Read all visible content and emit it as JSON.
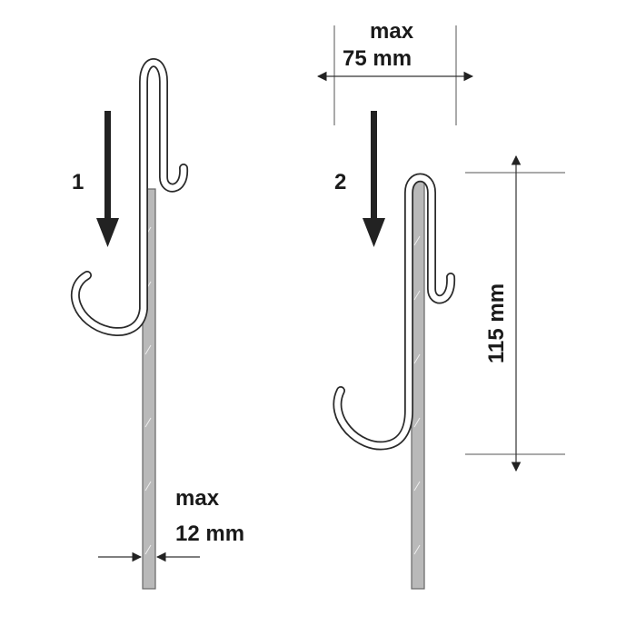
{
  "labels": {
    "step1": "1",
    "step2": "2",
    "thickness_max": "max",
    "thickness_value": "12 mm",
    "width_max": "max",
    "width_value": "75 mm",
    "height_value": "115 mm"
  },
  "colors": {
    "outline": "#2a2a2a",
    "panel_fill": "#b9b9b9",
    "panel_edge": "#666666",
    "arrow": "#222222"
  }
}
